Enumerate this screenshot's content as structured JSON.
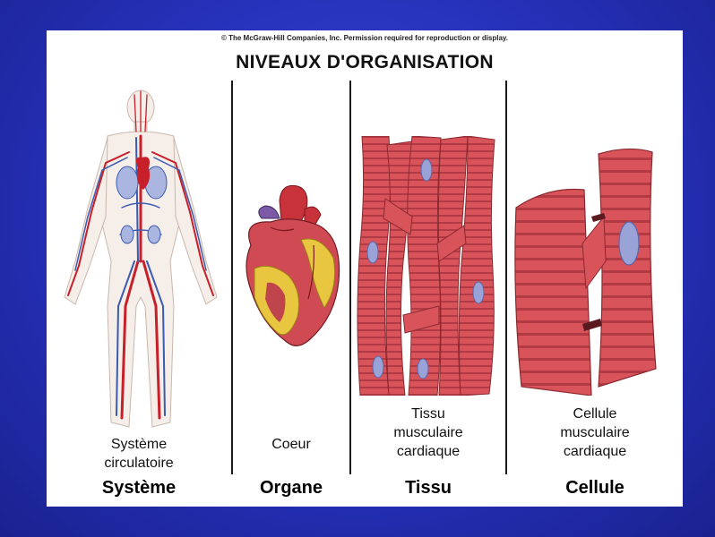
{
  "copyright": "© The McGraw-Hill Companies, Inc. Permission required for reproduction or display.",
  "title": "NIVEAUX D'ORGANISATION",
  "columns": [
    {
      "caption_lines": [
        "Système",
        "circulatoire"
      ],
      "level": "Système"
    },
    {
      "caption_lines": [
        "Coeur"
      ],
      "level": "Organe"
    },
    {
      "caption_lines": [
        "Tissu",
        "musculaire",
        "cardiaque"
      ],
      "level": "Tissu"
    },
    {
      "caption_lines": [
        "Cellule",
        "musculaire",
        "cardiaque"
      ],
      "level": "Cellule"
    }
  ],
  "colors": {
    "background": "#2530b8",
    "artery": "#c8202a",
    "vein": "#3a5bb0",
    "muscle": "#d9535a",
    "fat": "#e8c640",
    "nucleus": "#9aa3d8"
  }
}
